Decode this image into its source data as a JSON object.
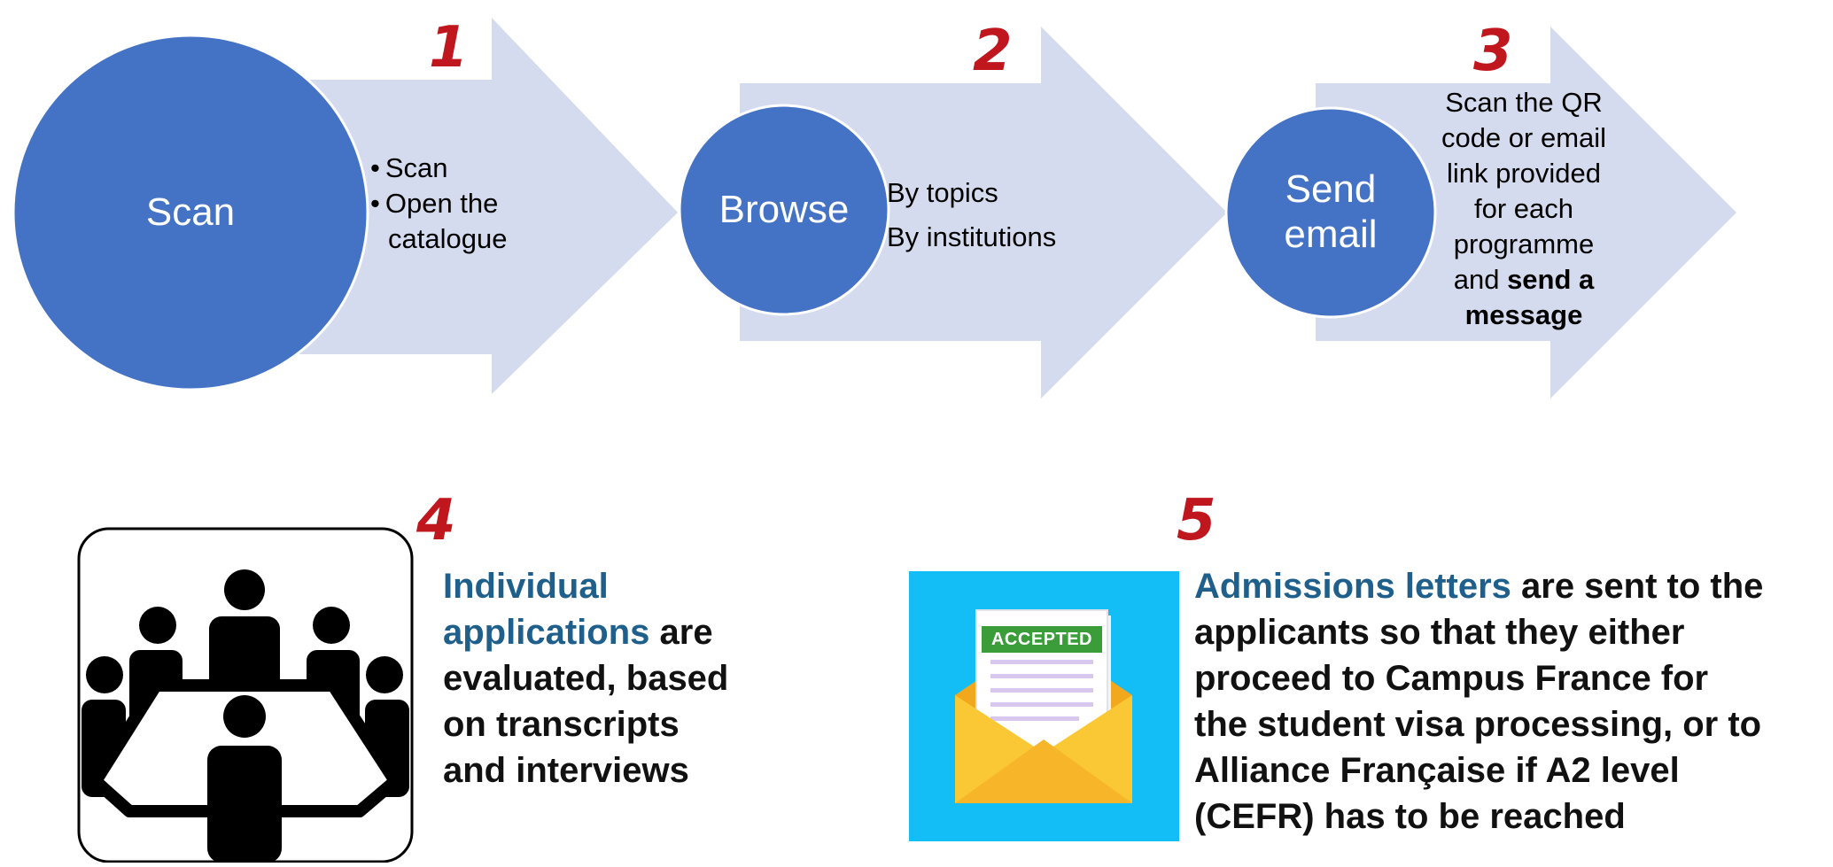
{
  "steps": [
    {
      "number": "1",
      "circle_label": "Scan",
      "text_lines": [
        "Scan",
        "Open the",
        "catalogue"
      ]
    },
    {
      "number": "2",
      "circle_label": "Browse",
      "text_lines": [
        "By topics",
        "By institutions"
      ]
    },
    {
      "number": "3",
      "circle_label_lines": [
        "Send",
        "email"
      ],
      "text_lines": [
        "Scan the QR",
        "code or email",
        "link provided",
        "for each",
        "programme"
      ],
      "text_mixed_plain": "and ",
      "text_mixed_bold": "send a",
      "text_last_bold": "message"
    }
  ],
  "step4": {
    "number": "4",
    "highlight": "Individual applications",
    "highlight_lines": [
      "Individual",
      "applications"
    ],
    "rest_inline": " are",
    "rest_lines": [
      "evaluated, based",
      "on transcripts",
      "and interviews"
    ],
    "icon": "meeting-table-icon"
  },
  "step5": {
    "number": "5",
    "highlight": "Admissions letters",
    "rest_inline": " are sent to the",
    "rest_lines": [
      "applicants so that they either",
      "proceed to Campus France for",
      "the student visa processing, or to",
      "Alliance Française if A2 level",
      "(CEFR) has to be reached"
    ],
    "icon": "accepted-envelope-icon",
    "badge": "ACCEPTED"
  },
  "colors": {
    "arrow_fill": "#d5dbee",
    "circle_fill": "#4472c4",
    "number_red": "#c0161e",
    "accent_blue": "#1f5f8b",
    "envelope_bg": "#12bef5",
    "envelope_yellow": "#f9c834"
  }
}
